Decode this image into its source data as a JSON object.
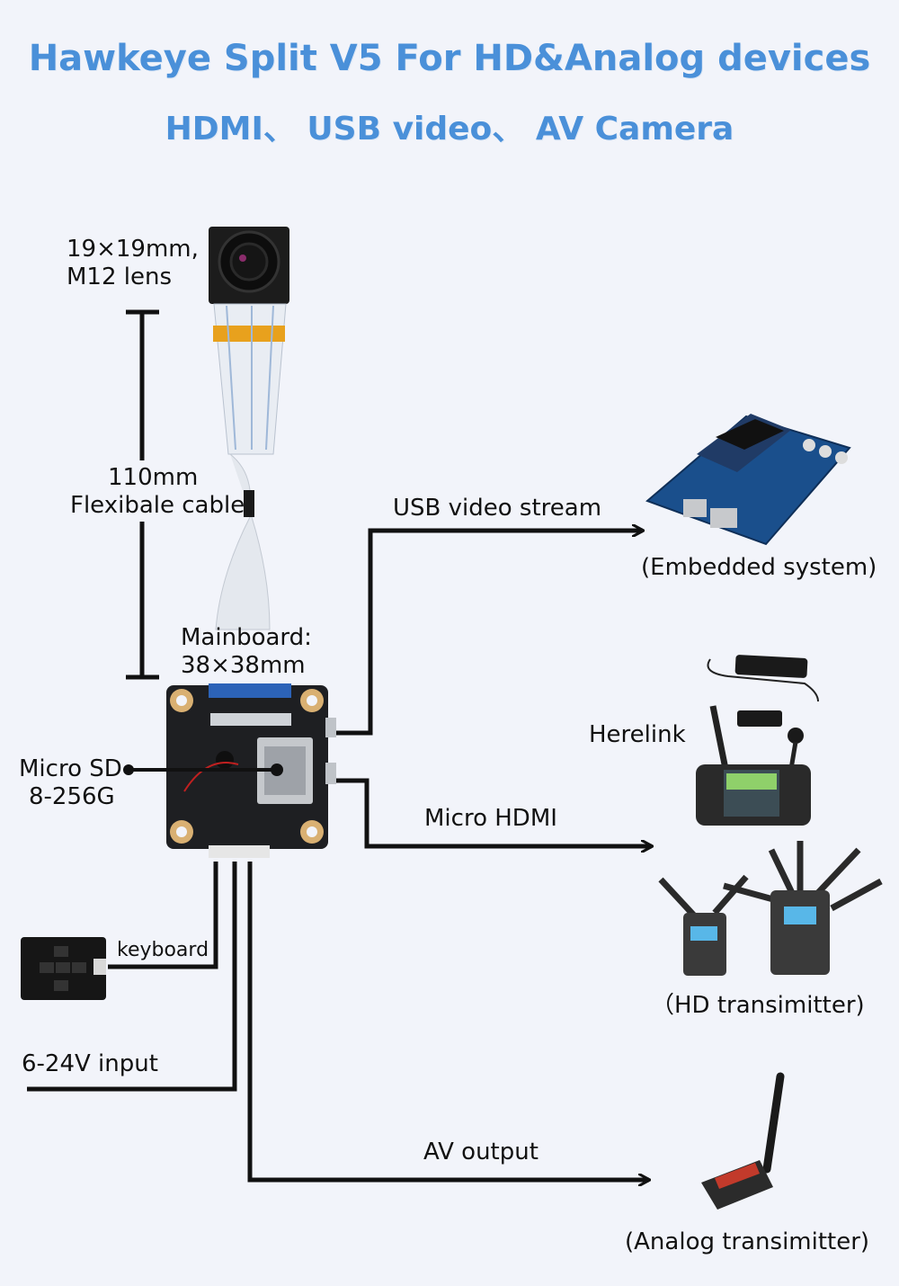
{
  "title": "Hawkeye  Split V5  For HD&Analog devices",
  "subtitle": "HDMI、 USB video、 AV Camera",
  "camera": {
    "label_line1": "19×19mm,",
    "label_line2": "M12 lens"
  },
  "cable": {
    "label_line1": "110mm",
    "label_line2": "Flexibale cable"
  },
  "mainboard": {
    "label_line1": "Mainboard:",
    "label_line2": "38×38mm"
  },
  "sdcard": {
    "label_line1": "Micro SD",
    "label_line2": "8-256G"
  },
  "keyboard": {
    "label": "keyboard"
  },
  "power": {
    "label": "6-24V input"
  },
  "outputs": {
    "usb": {
      "label": "USB video stream",
      "device": "(Embedded system)"
    },
    "hdmi": {
      "label": "Micro HDMI",
      "device_top": "Herelink",
      "device": "（HD transimitter)"
    },
    "av": {
      "label": "AV output",
      "device": "(Analog transimitter)"
    }
  },
  "colors": {
    "title": "#4a90d9",
    "background": "#f2f4fa",
    "line": "#111111"
  }
}
